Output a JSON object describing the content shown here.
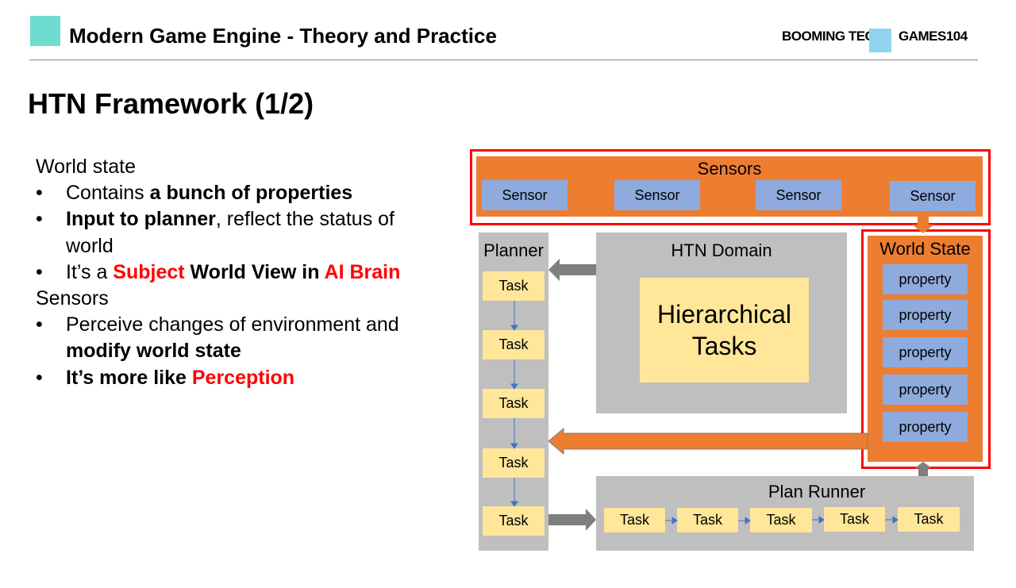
{
  "header": {
    "title": "Modern Game Engine - Theory and Practice",
    "brand1": "BOOMING TECH",
    "brand2": "GAMES104"
  },
  "slide": {
    "heading": "HTN Framework (1/2)"
  },
  "bullets": {
    "h1": "World state",
    "b1a": "Contains ",
    "b1b": "a bunch of properties",
    "b2a": "Input to planner",
    "b2b": ", reflect the status of world",
    "b3a": "It’s a ",
    "b3b": "Subject",
    "b3c": " World View in ",
    "b3d": "AI Brain",
    "h2": "Sensors",
    "b4a": "Perceive changes of environment and ",
    "b4b": "modify world state",
    "b5a": "It’s more like ",
    "b5b": "Perception"
  },
  "diagram": {
    "sensors_title": "Sensors",
    "sensors": [
      "Sensor",
      "Sensor",
      "Sensor",
      "Sensor"
    ],
    "planner_title": "Planner",
    "planner_tasks": [
      "Task",
      "Task",
      "Task",
      "Task",
      "Task"
    ],
    "domain_title": "HTN Domain",
    "domain_inner": "Hierarchical Tasks",
    "world_state_title": "World State",
    "properties": [
      "property",
      "property",
      "property",
      "property",
      "property"
    ],
    "runner_title": "Plan Runner",
    "runner_tasks": [
      "Task",
      "Task",
      "Task",
      "Task",
      "Task"
    ]
  }
}
